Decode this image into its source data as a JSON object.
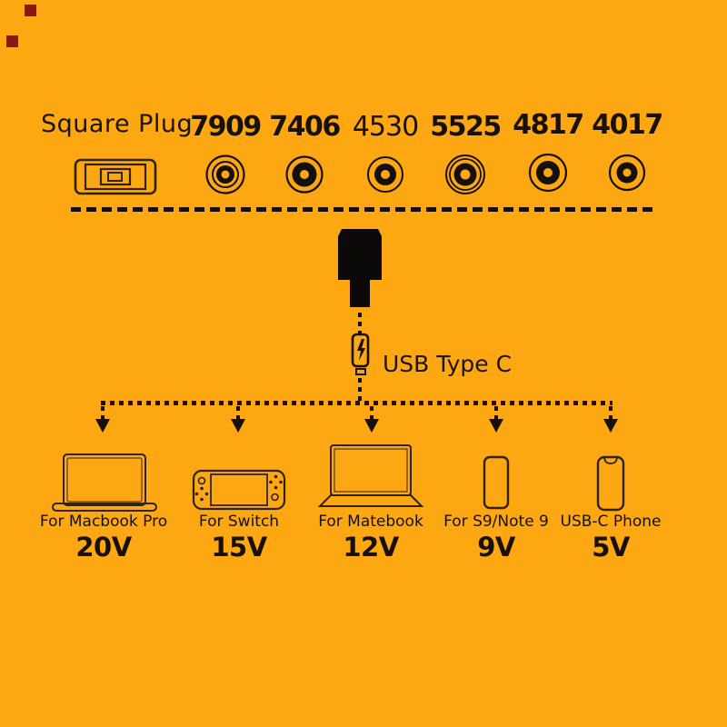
{
  "colors": {
    "background": "#FDA713",
    "ink": "#1B1408",
    "icon_outline": "#2E2310",
    "connector_fill": "#0B0A08",
    "corner_mark_red": "#8A1515"
  },
  "header": {
    "square_plug_label": "Square Plug"
  },
  "plugs": {
    "items": [
      {
        "label": "7909"
      },
      {
        "label": "7406"
      },
      {
        "label": "4530"
      },
      {
        "label": "5525"
      },
      {
        "label": "4817"
      },
      {
        "label": "4017"
      }
    ]
  },
  "connector": {
    "label": "USB Type C"
  },
  "devices": {
    "items": [
      {
        "label": "For Macbook Pro",
        "voltage": "20V",
        "icon": "macbook-laptop-icon"
      },
      {
        "label": "For Switch",
        "voltage": "15V",
        "icon": "nintendo-switch-icon"
      },
      {
        "label": "For Matebook",
        "voltage": "12V",
        "icon": "matebook-laptop-icon"
      },
      {
        "label": "For S9/Note 9",
        "voltage": "9V",
        "icon": "smartphone-icon"
      },
      {
        "label": "USB-C Phone",
        "voltage": "5V",
        "icon": "usb-c-notch-phone-icon"
      }
    ]
  }
}
